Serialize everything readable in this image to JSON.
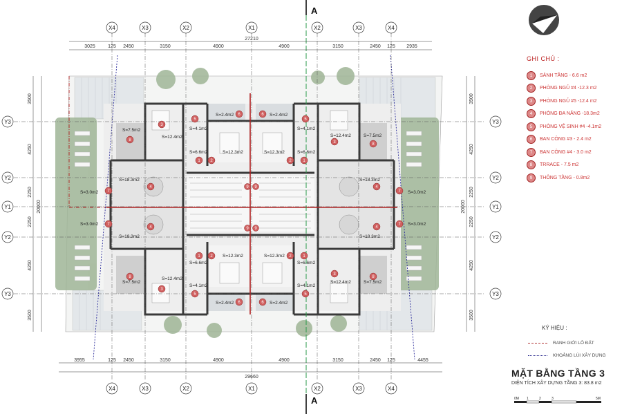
{
  "section_marker": "A",
  "grid_x": [
    "X4",
    "X3",
    "X2",
    "X1",
    "X2",
    "X3",
    "X4"
  ],
  "grid_y": [
    "Y3",
    "Y2",
    "Y1",
    "Y2",
    "Y3"
  ],
  "top_total": "27210",
  "top_dims": [
    "3025",
    "125",
    "2450",
    "3150",
    "4900",
    "4900",
    "3150",
    "2450",
    "125",
    "2935"
  ],
  "bottom_total": "29660",
  "bottom_dims": [
    "3955",
    "125",
    "2450",
    "3150",
    "4900",
    "4900",
    "3150",
    "2450",
    "125",
    "4455"
  ],
  "left_dims": [
    "3500",
    "4250",
    "2250",
    "2250",
    "4250",
    "3500"
  ],
  "left_total": "20000",
  "right_dims": [
    "3500",
    "4250",
    "2250",
    "2250",
    "4250",
    "3500"
  ],
  "right_total": "20000",
  "rooms": {
    "s24": "S=2.4m2",
    "s41": "S=4.1m2",
    "s124": "S=12.4m2",
    "s75": "S=7.5m2",
    "s66": "S=6.6m2",
    "s123": "S=12.3m2",
    "s183": "S=18.3m2",
    "s30": "S=3.0m2"
  },
  "legend": {
    "title": "GHI CHÚ :",
    "items": [
      {
        "num": "1",
        "label": "SẢNH TẦNG  - 6.6 m2"
      },
      {
        "num": "2",
        "label": "PHÒNG NGỦ #4 -12.3 m2"
      },
      {
        "num": "3",
        "label": "PHÒNG NGỦ #5 -12.4 m2"
      },
      {
        "num": "4",
        "label": "PHÒNG ĐA NĂNG  -18.3m2"
      },
      {
        "num": "5",
        "label": "PHÒNG VỆ SINH #4  -4.1m2"
      },
      {
        "num": "6",
        "label": "BAN CÔNG #3  - 2.4 m2"
      },
      {
        "num": "7",
        "label": "BAN CÔNG #4  - 3.0 m2"
      },
      {
        "num": "8",
        "label": "TRRACE  - 7.5 m2"
      },
      {
        "num": "9",
        "label": "THÔNG TẦNG - 0.8m2"
      }
    ]
  },
  "symbols": {
    "title": "KÝ HIỆU :",
    "items": [
      {
        "label": "RANH GIỚI LÔ ĐẤT",
        "color": "#b03030"
      },
      {
        "label": "KHOẢNG LÙI XÂY DỰNG",
        "color": "#303090"
      }
    ]
  },
  "title": "MẶT BẰNG TẦNG 3",
  "subtitle": "DIỆN TÍCH XÂY DỰNG TẦNG 3: 83.8 m2",
  "scale_labels": [
    "0M",
    "1",
    "2",
    "3",
    "5M"
  ],
  "colors": {
    "wall": "#3a3a3a",
    "badge": "#d06060",
    "red_line": "#b02020",
    "green_axis": "#2a9a4a",
    "setback": "#2a2a9a",
    "garden": "#8fa886",
    "floor": "#ececec",
    "paving": "#e2e6e8"
  }
}
